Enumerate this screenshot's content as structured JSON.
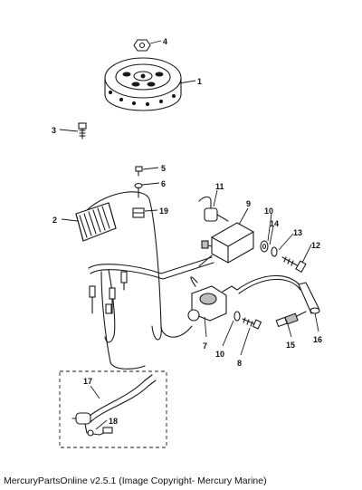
{
  "callouts": [
    "1",
    "2",
    "3",
    "4",
    "5",
    "6",
    "7",
    "8",
    "9",
    "10",
    "10",
    "11",
    "12",
    "13",
    "14",
    "15",
    "16",
    "17",
    "18",
    "19"
  ],
  "footer": "MercuryPartsOnline v2.5.1 (Image Copyright- Mercury Marine)"
}
